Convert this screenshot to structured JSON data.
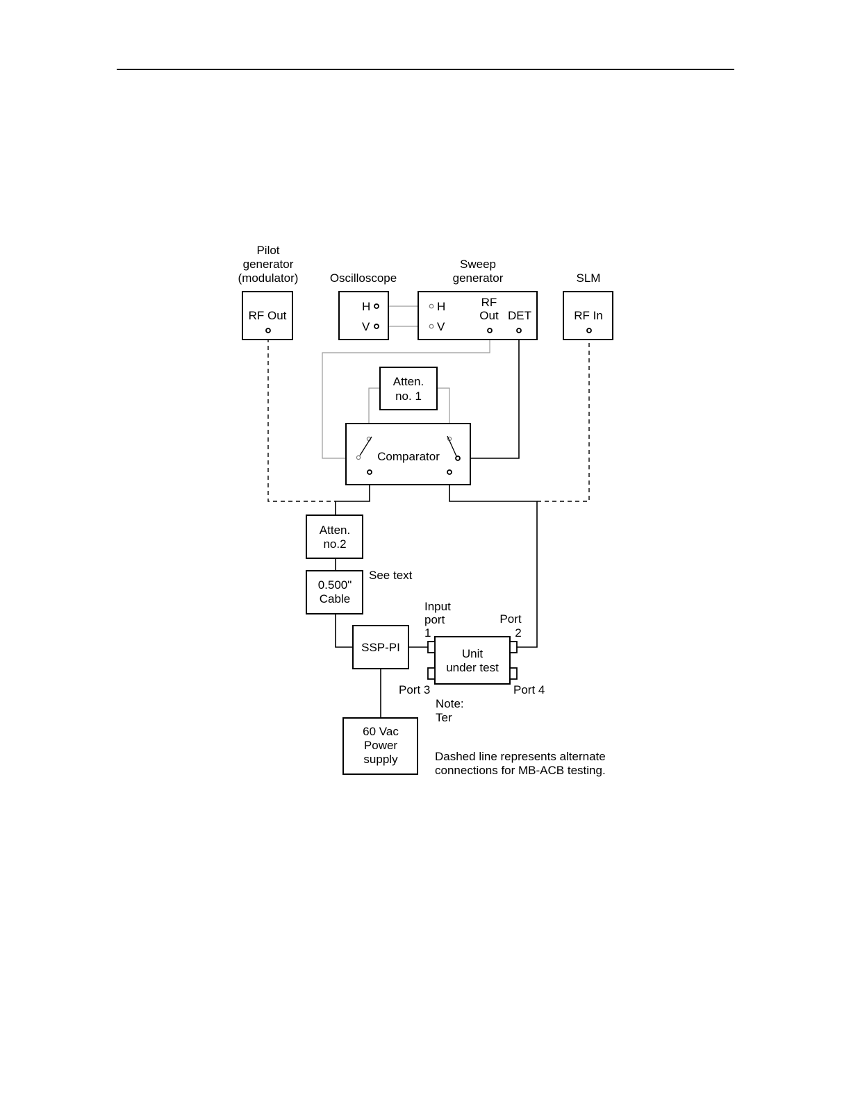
{
  "diagram": {
    "pilot": {
      "title_lines": [
        "Pilot",
        "generator",
        "(modulator)"
      ],
      "label": "RF Out"
    },
    "oscilloscope": {
      "title": "Oscilloscope",
      "h": "H",
      "v": "V"
    },
    "sweep": {
      "title_lines": [
        "Sweep",
        "generator"
      ],
      "h": "H",
      "v": "V",
      "rf_lines": [
        "RF",
        "Out"
      ],
      "det": "DET"
    },
    "slm": {
      "title": "SLM",
      "label": "RF In"
    },
    "atten1": {
      "lines": [
        "Atten.",
        "no. 1"
      ]
    },
    "comparator": {
      "label": "Comparator"
    },
    "atten2": {
      "lines": [
        "Atten.",
        "no.2"
      ]
    },
    "cable": {
      "lines": [
        "0.500\"",
        "Cable"
      ],
      "note": "See text"
    },
    "ssp": {
      "label": "SSP-PI"
    },
    "power": {
      "lines": [
        "60 Vac",
        "Power",
        "supply"
      ]
    },
    "uut": {
      "lines": [
        "Unit",
        "under test"
      ],
      "input_port_lines": [
        "Input",
        "port",
        "1"
      ],
      "port2_lines": [
        "Port",
        "2"
      ],
      "port3": "Port 3",
      "port4": "Port 4"
    },
    "note": {
      "lines": [
        "Note:",
        "Ter"
      ]
    },
    "legend": {
      "lines": [
        "Dashed line represents alternate",
        "connections for MB-ACB testing."
      ]
    }
  }
}
